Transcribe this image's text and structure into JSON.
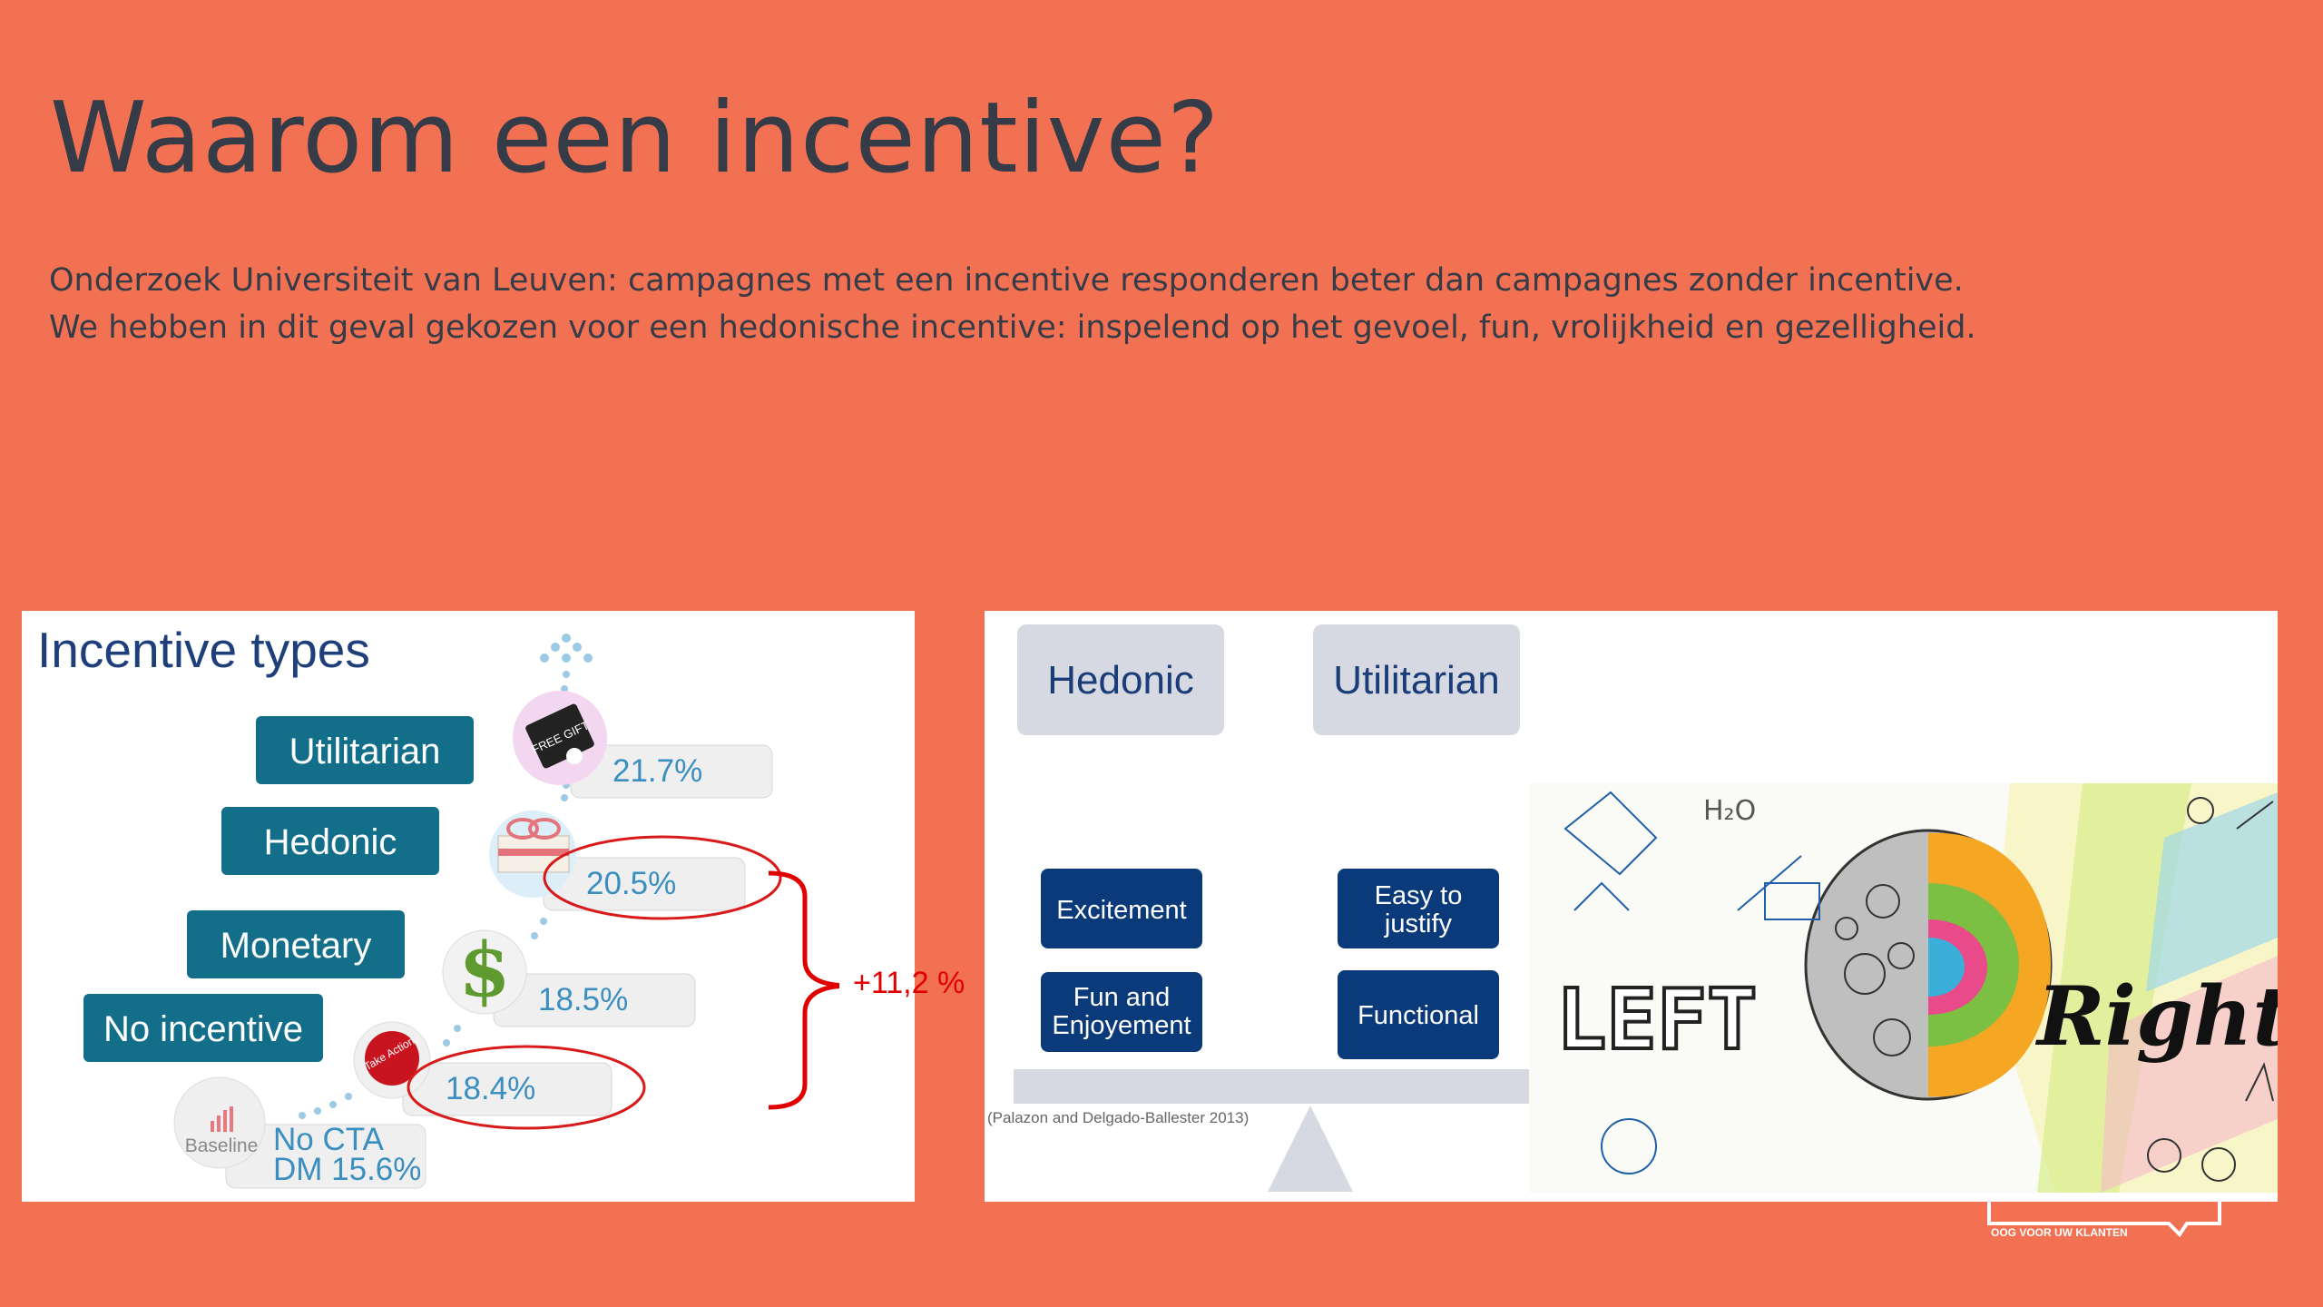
{
  "slide": {
    "title": "Waarom een incentive?",
    "lines": [
      "Onderzoek Universiteit van Leuven: campagnes met een incentive responderen beter dan campagnes zonder incentive.",
      "We hebben in dit geval gekozen voor een hedonische incentive: inspelend op het gevoel, fun, vrolijkheid en gezelligheid."
    ],
    "brace_label": "+11,2 %"
  },
  "incentive_panel": {
    "title": "Incentive types",
    "types": [
      "Utilitarian",
      "Hedonic",
      "Monetary",
      "No incentive"
    ],
    "percentages": [
      "21.7%",
      "20.5%",
      "18.5%",
      "18.4%"
    ],
    "baseline_label": "Baseline",
    "no_cta_line1": "No CTA",
    "no_cta_line2": "DM 15.6%",
    "free_gift_label": "FREE GIFT",
    "take_action_label": "Take Action"
  },
  "balance_panel": {
    "headers": [
      "Hedonic",
      "Utilitarian"
    ],
    "hedonic_items": [
      "Excitement",
      "Fun and",
      "Enjoyement"
    ],
    "utilitarian_items": [
      "Easy to",
      "justify",
      "Functional"
    ],
    "citation": "(Palazon and Delgado-Ballester 2013)",
    "brain_left": "LEFT",
    "brain_right": "Right",
    "h2o": "H₂O"
  },
  "logo_text": "OOG VOOR UW KLANTEN",
  "colors": {
    "background": "#F37153",
    "teal": "#136F89",
    "navy": "#0B3A7A",
    "highlight_red": "#E00000"
  }
}
